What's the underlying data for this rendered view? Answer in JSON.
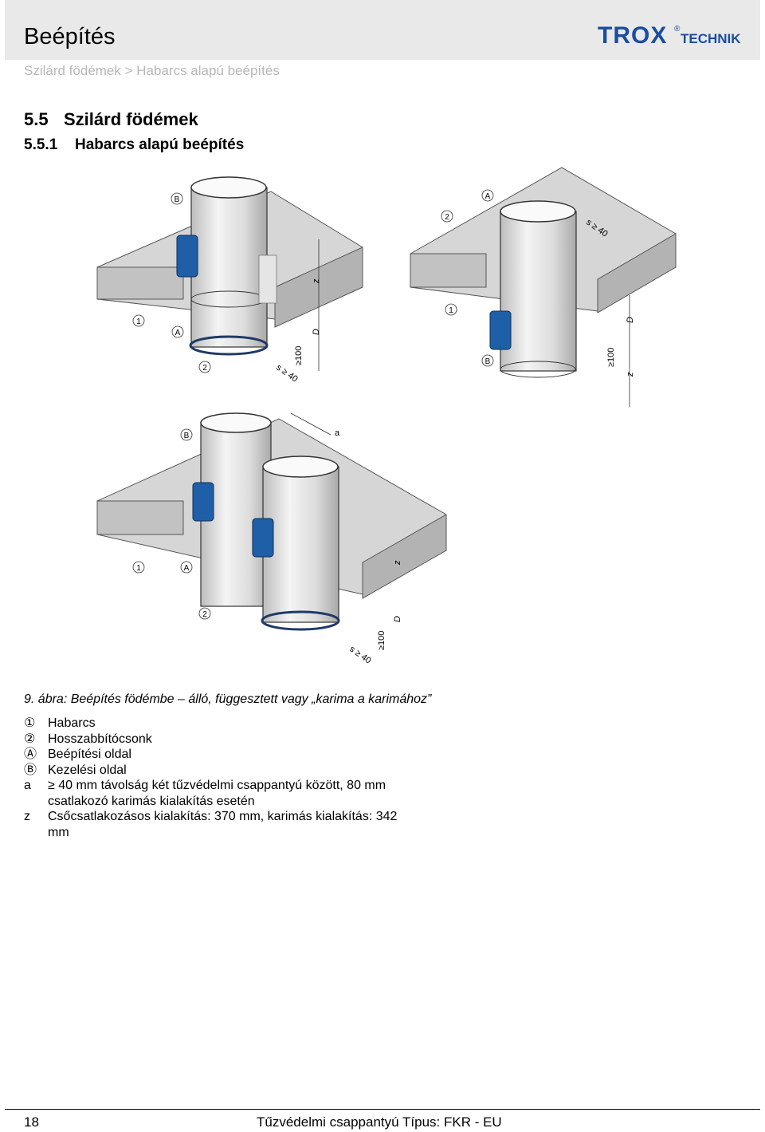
{
  "header": {
    "title": "Beépítés",
    "logo_text": "TROX",
    "logo_suffix": "TECHNIK",
    "registered_mark": "®"
  },
  "breadcrumb": "Szilárd födémek > Habarcs alapú beépítés",
  "section": {
    "number": "5.5",
    "title": "Szilárd födémek"
  },
  "subsection": {
    "number": "5.5.1",
    "title": "Habarcs alapú beépítés"
  },
  "figure_labels": {
    "one": "1",
    "two": "2",
    "A": "A",
    "B": "B",
    "s40": "s ≥ 40",
    "z": "z",
    "D": "D",
    "ge100": "≥100",
    "a": "a"
  },
  "caption": "9. ábra: Beépítés födémbe – álló, függesztett vagy „karima a karimához”",
  "legend": [
    {
      "key": "①",
      "text": "Habarcs"
    },
    {
      "key": "②",
      "text": "Hosszabbítócsonk"
    },
    {
      "key": "Ⓐ",
      "text": "Beépítési oldal"
    },
    {
      "key": "Ⓑ",
      "text": "Kezelési oldal"
    },
    {
      "key": "a",
      "text": "≥ 40 mm távolság két tűzvédelmi csappantyú között, 80 mm csatlakozó karimás kialakítás esetén"
    },
    {
      "key": "z",
      "text": "Csőcsatlakozásos kialakítás: 370 mm, karimás kialakítás: 342 mm"
    }
  ],
  "footer": {
    "page_number": "18",
    "product": "Tűzvédelmi csappantyú Típus: FKR - EU"
  },
  "colors": {
    "header_bg": "#e9e9e9",
    "logo_blue": "#1a4e9e",
    "actuator_blue": "#1f5fa8",
    "slab_gray": "#cfcfcf"
  }
}
